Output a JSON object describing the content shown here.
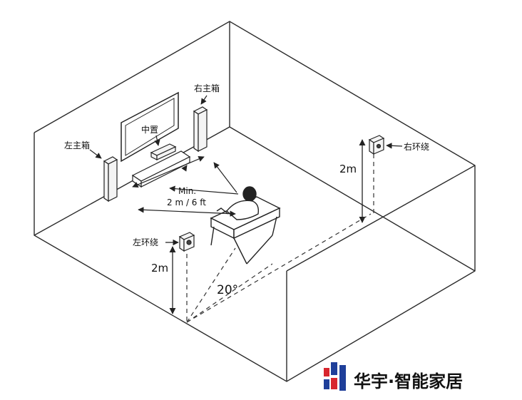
{
  "labels": {
    "left_main": "左主箱",
    "right_main": "右主箱",
    "center": "中置",
    "right_surround": "右环绕",
    "left_surround": "左环绕",
    "min_line1": "Min.",
    "min_line2": "2 m / 6 ft",
    "height_left": "2m",
    "height_right": "2m",
    "angle": "20°"
  },
  "brand": {
    "name": "华宇·智能家居",
    "accent_red": "#d8262e",
    "accent_blue": "#1f3f9a"
  },
  "colors": {
    "line": "#2a2a2a",
    "speaker_fill": "#f4f4f4"
  }
}
